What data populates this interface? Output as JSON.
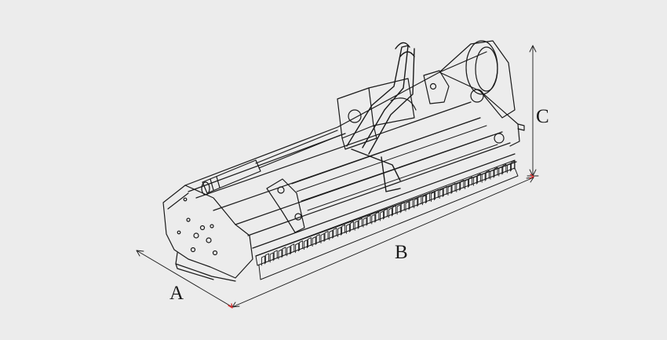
{
  "figure": {
    "subject": "flail mower",
    "background_color": "#ececec",
    "line_color": "#1a1a1a",
    "marker_color": "#e03030"
  },
  "dimensions": {
    "a": {
      "label": "A"
    },
    "b": {
      "label": "B"
    },
    "c": {
      "label": "C"
    }
  }
}
